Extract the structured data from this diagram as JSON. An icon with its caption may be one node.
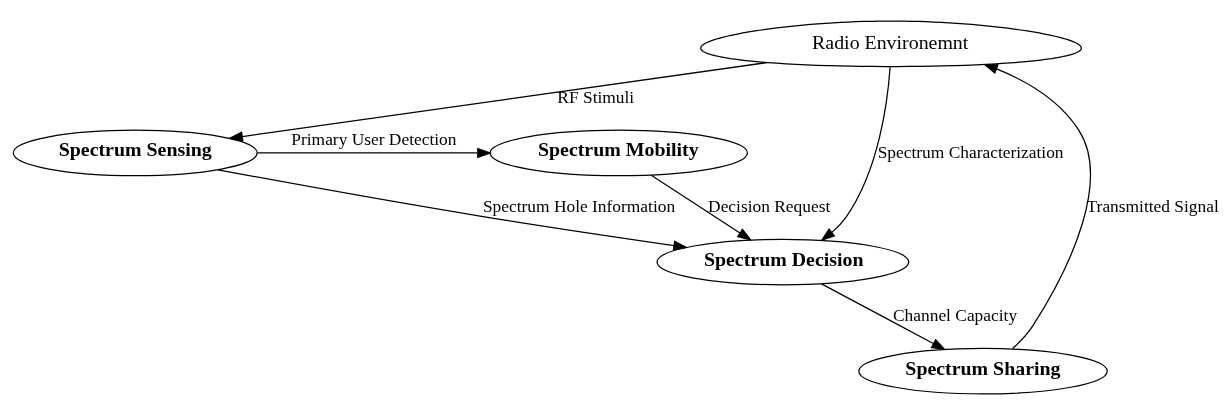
{
  "diagram": {
    "nodes": [
      {
        "text": [
          "Radio Environemnt"
        ]
      },
      {
        "text": [
          "Spectrum Mobility"
        ]
      },
      {
        "text": [
          "Spectrum Sensing"
        ]
      },
      {
        "text": [
          "Spectrum Sharing"
        ]
      },
      {
        "text": [
          "Spectrum Decision"
        ]
      }
    ],
    "edges": [
      {
        "from": 0,
        "to": 2,
        "arrow": "to",
        "label": "RF Stimuli"
      },
      {
        "from": 2,
        "to": 1,
        "arrow": "to",
        "label": "Primary User Detection"
      },
      {
        "from": 1,
        "to": 4,
        "arrow": "to",
        "label": "Decision Request"
      },
      {
        "from": 2,
        "to": 4,
        "arrow": "to",
        "label": "Spectrum Hole Information"
      },
      {
        "from": 0,
        "to": 4,
        "arrow": "to",
        "label": "Spectrum Characterization"
      },
      {
        "from": 4,
        "to": 3,
        "arrow": "to",
        "label": "Channel Capacity"
      },
      {
        "from": 3,
        "to": 0,
        "arrow": "to",
        "label": "Transmitted Signal"
      }
    ]
  }
}
